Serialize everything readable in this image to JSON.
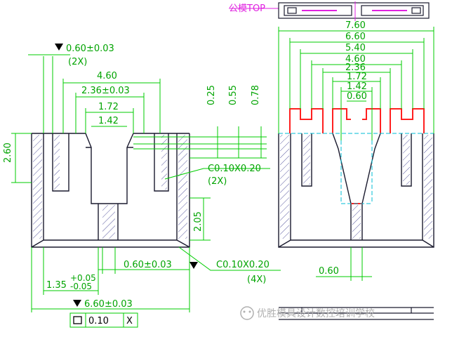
{
  "colors": {
    "dimension": "#00cc00",
    "outline": "#1a1a2e",
    "hatch": "#5a5aa0",
    "highlight": "#ff2020",
    "magenta": "#e020e0",
    "center": "#00bcd4"
  },
  "left_view": {
    "dim_top_flatness": "0.60±0.03",
    "dim_top_flatness_count": "(2X)",
    "dim_460": "4.60",
    "dim_236": "2.36±0.03",
    "dim_172": "1.72",
    "dim_142": "1.42",
    "dim_260": "2.60",
    "dim_025": "0.25",
    "dim_055": "0.55",
    "dim_078": "0.78",
    "chamfer_top": "C0.10X0.20",
    "chamfer_top_count": "(2X)",
    "dim_205": "2.05",
    "dim_060_bottom": "0.60±0.03",
    "chamfer_bottom": "C0.10X0.20",
    "chamfer_bottom_count": "(4X)",
    "dim_135": "1.35",
    "tol_plus": "+0.05",
    "tol_minus": "-0.05",
    "dim_660": "6.60±0.03",
    "flatness_frame_value": "0.10",
    "flatness_frame_datum": "X"
  },
  "right_view": {
    "top_label": "公模TOP",
    "dim_760": "7.60",
    "dim_660": "6.60",
    "dim_540": "5.40",
    "dim_460": "4.60",
    "dim_236": "2.36",
    "dim_172": "1.72",
    "dim_142": "1.42",
    "dim_060_top": "0.60",
    "dim_060_bottom": "0.60"
  },
  "watermark": "优胜模具设计数控培训学校"
}
